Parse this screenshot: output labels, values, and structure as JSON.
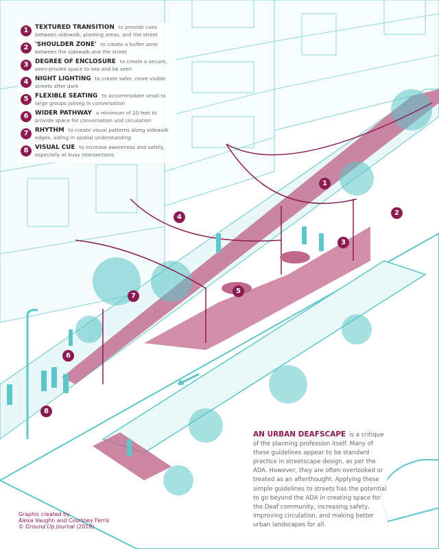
{
  "colors": {
    "accent": "#8a1a4f",
    "teal": "#5cc6c9",
    "paving": "#c0688b"
  },
  "legend": [
    {
      "num": "1",
      "title": "TEXTURED TRANSITION",
      "desc": "to provide cues between sidewalk, planting areas, and the street"
    },
    {
      "num": "2",
      "title": "'SHOULDER ZONE'",
      "desc": "to create a buffer zone between the sidewalk and the street"
    },
    {
      "num": "3",
      "title": "DEGREE OF ENCLOSURE",
      "desc": "to create a secure, semi-private space to see and be seen"
    },
    {
      "num": "4",
      "title": "NIGHT LIGHTING",
      "desc": "to create safer, more visible streets after dark"
    },
    {
      "num": "5",
      "title": "FLEXIBLE SEATING",
      "desc": "to accommodate small to large groups joining in conversation"
    },
    {
      "num": "6",
      "title": "WIDER PATHWAY",
      "desc": "a minimum of 10 feet to provide space for conversation and circulation"
    },
    {
      "num": "7",
      "title": "RHYTHM",
      "desc": "to create visual patterns along sidewalk edges, aiding in spatial understanding"
    },
    {
      "num": "8",
      "title": "VISUAL CUE",
      "desc": "to increase awareness and safety, especially at busy intersections"
    }
  ],
  "markers": [
    "1",
    "2",
    "3",
    "4",
    "5",
    "6",
    "7",
    "8"
  ],
  "essay": {
    "title": "AN URBAN DEAFSCAPE",
    "body": "is a critique of the planning profession itself. Many of these guidelines appear to be standard practice in streetscape design, as per the ADA. However, they are often overlooked or treated as an afterthought. Applying these simple guidelines to streets has the potential to go beyond the ADA in creating space for the Deaf community, increasing safety, improving circulation, and making better urban landscapes for all."
  },
  "credit": {
    "line1": "Graphic created by",
    "line2": "Alexa Vaughn and Courtney Ferris",
    "copyright": "©",
    "journal": "Ground Up Journal",
    "year": "(2018)"
  }
}
